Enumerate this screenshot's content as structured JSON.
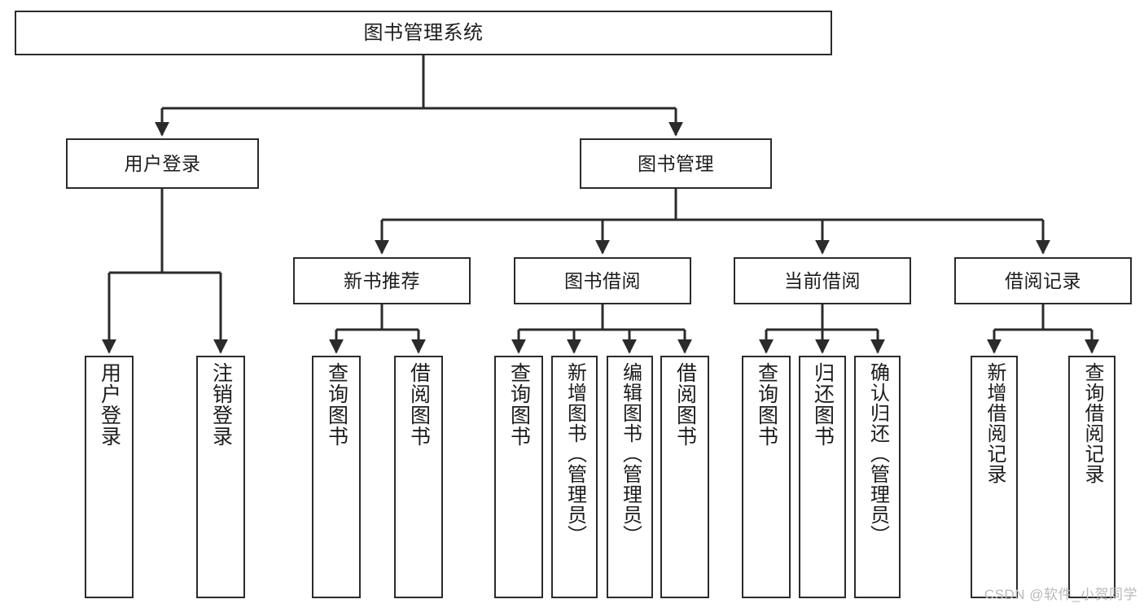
{
  "diagram": {
    "title": "图书管理系统",
    "watermark": "CSDN @软件_小贺同学",
    "colors": {
      "stroke": "#2b2b2b",
      "fill": "#ffffff",
      "text": "#1c1c1c",
      "watermark": "#b9b9b9"
    },
    "levels": {
      "root": "图书管理系统",
      "tier2": [
        "用户登录",
        "图书管理"
      ],
      "tier3": [
        "新书推荐",
        "图书借阅",
        "当前借阅",
        "借阅记录"
      ]
    },
    "nodes": {
      "root": {
        "label": "图书管理系统"
      },
      "user_login": {
        "label": "用户登录"
      },
      "book_manage": {
        "label": "图书管理"
      },
      "new_book_rec": {
        "label": "新书推荐"
      },
      "book_borrow": {
        "label": "图书借阅"
      },
      "current_borrow": {
        "label": "当前借阅"
      },
      "borrow_record": {
        "label": "借阅记录"
      },
      "leaf_user_login": {
        "label": "用户登录"
      },
      "leaf_logout": {
        "label": "注销登录"
      },
      "leaf_query_book_1": {
        "label": "查询图书"
      },
      "leaf_borrow_book_1": {
        "label": "借阅图书"
      },
      "leaf_query_book_2": {
        "label": "查询图书"
      },
      "leaf_add_book": {
        "label": "新增图书（管理员）"
      },
      "leaf_edit_book": {
        "label": "编辑图书（管理员）"
      },
      "leaf_borrow_book_2": {
        "label": "借阅图书"
      },
      "leaf_query_book_3": {
        "label": "查询图书"
      },
      "leaf_return_book": {
        "label": "归还图书"
      },
      "leaf_confirm_return": {
        "label": "确认归还（管理员）"
      },
      "leaf_add_record": {
        "label": "新增借阅记录"
      },
      "leaf_query_record": {
        "label": "查询借阅记录"
      }
    },
    "tree": {
      "name": "图书管理系统",
      "children": [
        {
          "name": "用户登录",
          "children": [
            {
              "name": "用户登录"
            },
            {
              "name": "注销登录"
            }
          ]
        },
        {
          "name": "图书管理",
          "children": [
            {
              "name": "新书推荐",
              "children": [
                {
                  "name": "查询图书"
                },
                {
                  "name": "借阅图书"
                }
              ]
            },
            {
              "name": "图书借阅",
              "children": [
                {
                  "name": "查询图书"
                },
                {
                  "name": "新增图书（管理员）"
                },
                {
                  "name": "编辑图书（管理员）"
                },
                {
                  "name": "借阅图书"
                }
              ]
            },
            {
              "name": "当前借阅",
              "children": [
                {
                  "name": "查询图书"
                },
                {
                  "name": "归还图书"
                },
                {
                  "name": "确认归还（管理员）"
                }
              ]
            },
            {
              "name": "借阅记录",
              "children": [
                {
                  "name": "新增借阅记录"
                },
                {
                  "name": "查询借阅记录"
                }
              ]
            }
          ]
        }
      ]
    }
  }
}
